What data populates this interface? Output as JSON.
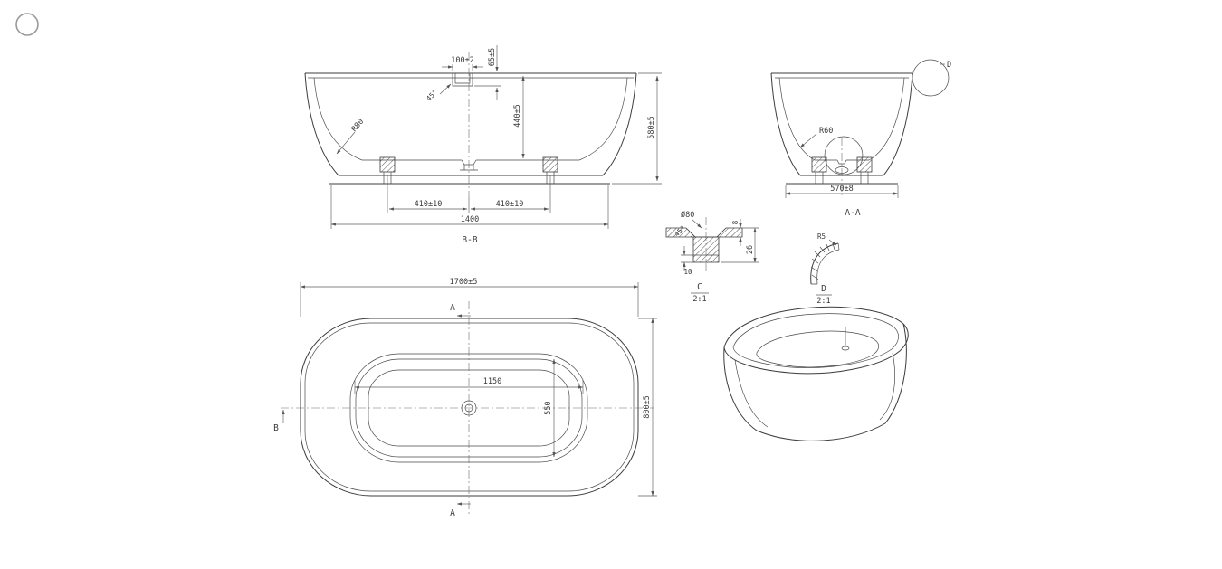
{
  "drawing": {
    "front": {
      "section_label": "B-B",
      "dim_overflow_width": "100±2",
      "dim_overflow_height": "65±5",
      "dim_inner_depth": "440±5",
      "dim_total_height": "580±5",
      "dim_corner_radius": "R80",
      "dim_foot_left": "410±10",
      "dim_foot_right": "410±10",
      "dim_foot_span": "1400",
      "dim_chamfer": "45°"
    },
    "side": {
      "section_label": "A-A",
      "dim_corner_radius": "R60",
      "dim_base_width": "570±8",
      "detail_ref": "D"
    },
    "detail_c": {
      "title": "C",
      "scale": "2:1",
      "dim_drain_dia": "Ø80",
      "dim_cone_angle": "45°",
      "dim_floor_thickness": "8",
      "dim_depth": "26",
      "dim_nut_height": "10"
    },
    "detail_d": {
      "title": "D",
      "scale": "2:1",
      "dim_radius": "R5"
    },
    "plan": {
      "dim_length": "1700±5",
      "dim_inner_length": "1150",
      "dim_inner_width": "550",
      "dim_width": "800±5",
      "section_a": "A",
      "section_b": "B"
    }
  }
}
